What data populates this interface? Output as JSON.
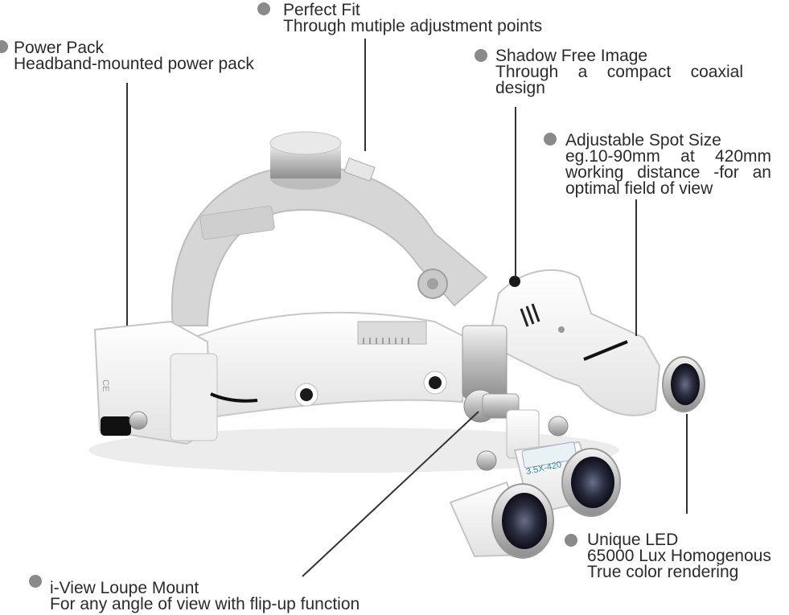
{
  "callouts": {
    "perfect_fit": {
      "title": "Perfect Fit",
      "desc": "Through mutiple adjustment points"
    },
    "power_pack": {
      "title": "Power Pack",
      "desc": "Headband-mounted power pack"
    },
    "shadow_free": {
      "title": "Shadow Free Image",
      "desc": "Through a compact coaxial design"
    },
    "spot_size": {
      "title": "Adjustable Spot Size",
      "desc": "eg.10-90mm at 420mm working distance -for an optimal field of view"
    },
    "unique_led": {
      "title": "Unique LED",
      "line1": "65000 Lux Homogenous",
      "line2": "True color rendering"
    },
    "loupe_mount": {
      "title": "i-View Loupe Mount",
      "desc": "For any angle of view with flip-up function"
    }
  },
  "product": {
    "loupe_label": "3.5X-420"
  },
  "colors": {
    "dot": "#8a8a8a",
    "text": "#2b2b2b",
    "band": "#d9d9d9",
    "housing": "#f1f1f1"
  }
}
